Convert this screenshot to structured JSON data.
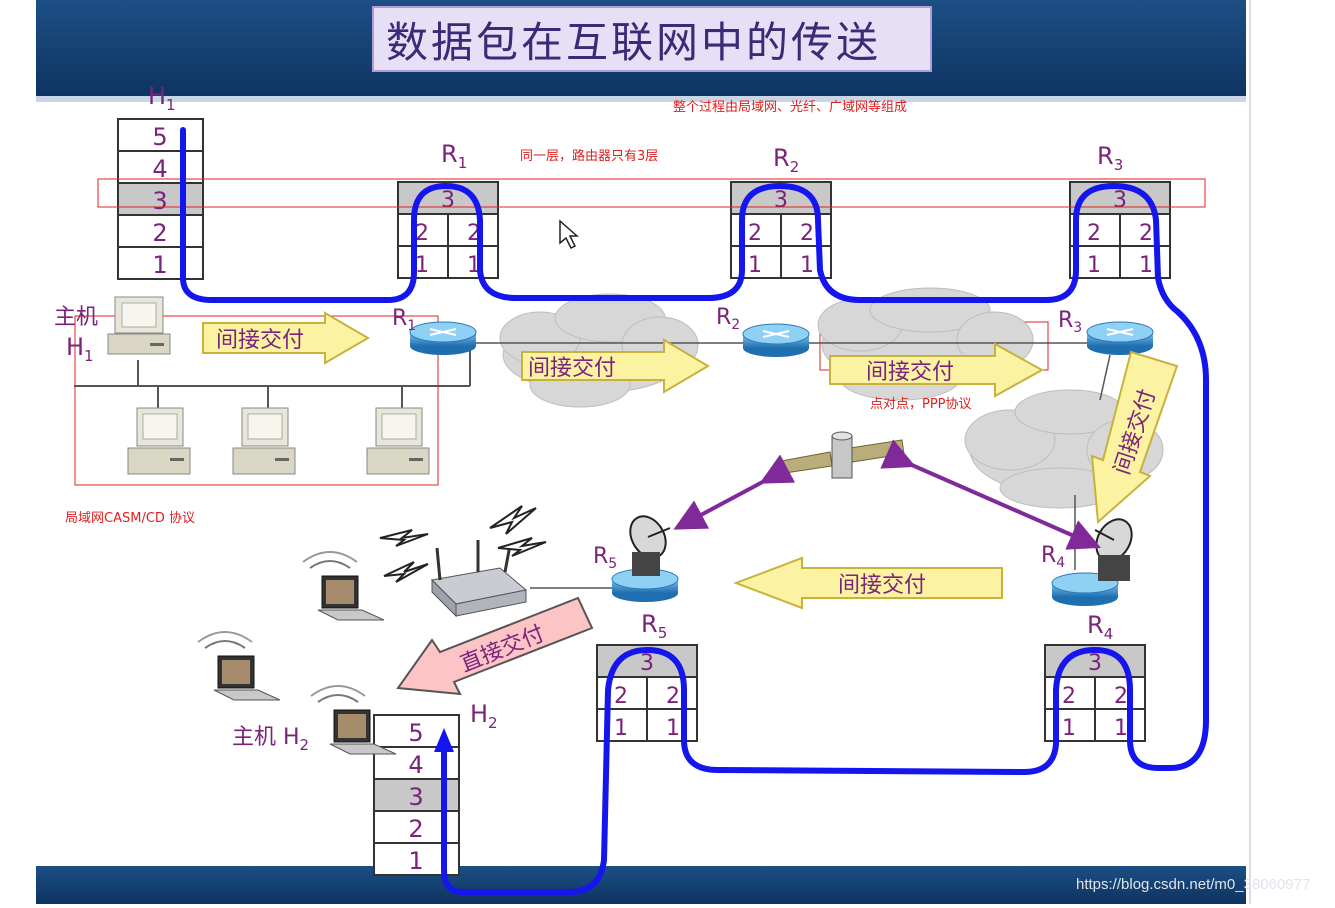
{
  "title": "数据包在互联网中的传送",
  "notes": {
    "composition": "整个过程由局域网、光纤、广域网等组成",
    "router_layers": "同一层，路由器只有3层",
    "lan_protocol": "局域网CASM/CD 协议",
    "ppp": "点对点，PPP协议"
  },
  "hosts": {
    "h1_label": "H",
    "h1_sub": "1",
    "h1_host_prefix": "主机",
    "h2_label": "H",
    "h2_sub": "2",
    "h2_host_prefix": "主机 H",
    "h2_host_sub": "2"
  },
  "routers": {
    "r_prefix": "R",
    "r1": "1",
    "r2": "2",
    "r3": "3",
    "r4": "4",
    "r5": "5"
  },
  "stack_layers": [
    "5",
    "4",
    "3",
    "2",
    "1"
  ],
  "router_layers": [
    "3",
    "2",
    "2",
    "1",
    "1"
  ],
  "arrows": {
    "indirect": "间接交付",
    "direct": "直接交付"
  },
  "colors": {
    "banner": "#143f6e",
    "path": "#1515ee",
    "arrow_fill": "#fbf3a2",
    "arrow_stroke": "#c8b23e",
    "direct_fill": "#fcc4c4",
    "annotation": "#e02020",
    "label": "#7a237a",
    "satellite_link": "#802a9a"
  },
  "watermark": "https://blog.csdn.net/m0_38060977"
}
